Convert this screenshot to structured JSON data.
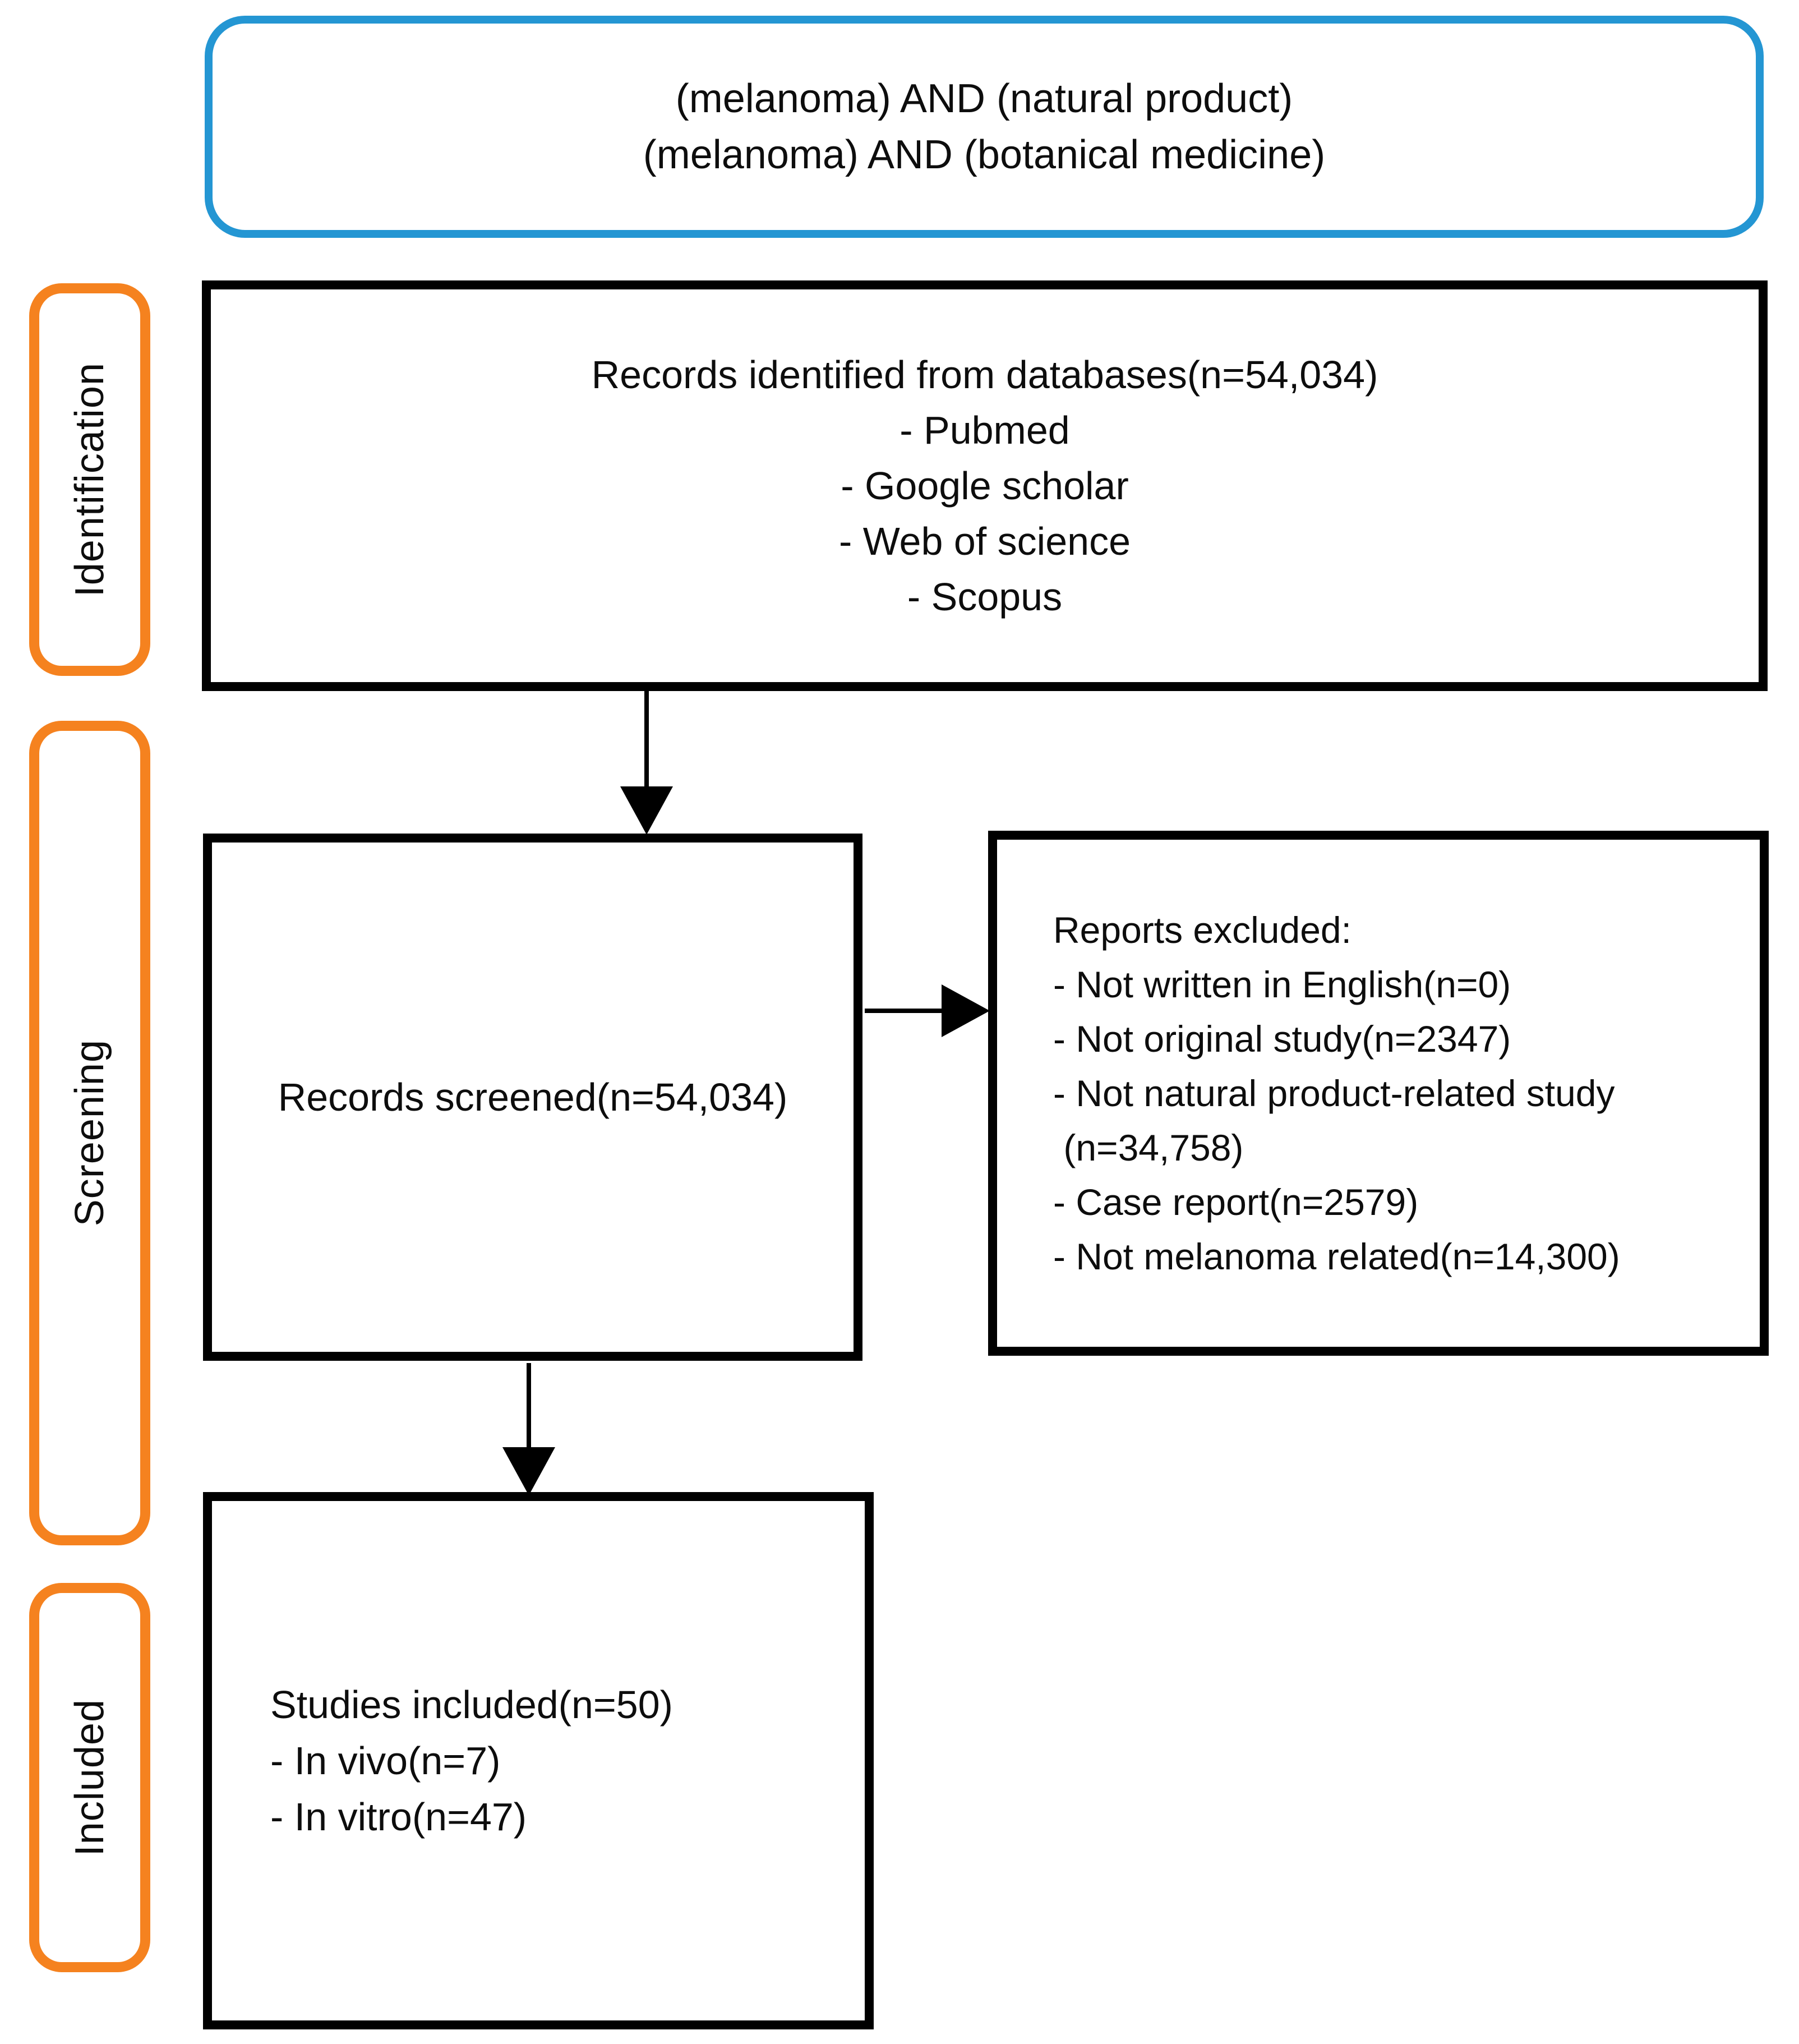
{
  "query": {
    "lines": [
      "(melanoma) AND (natural product)",
      "(melanoma) AND (botanical medicine)"
    ]
  },
  "stages": [
    {
      "label": "Identification"
    },
    {
      "label": "Screening"
    },
    {
      "label": "Included"
    }
  ],
  "boxes": {
    "identified": {
      "title": "Records identified from databases(n=54,034)",
      "items": [
        "- Pubmed",
        "- Google scholar",
        "- Web of science",
        "- Scopus"
      ]
    },
    "screened": {
      "title": "Records screened(n=54,034)"
    },
    "excluded": {
      "title": "Reports excluded:",
      "items": [
        "- Not written in English(n=0)",
        "- Not original study(n=2347)",
        "- Not natural product-related study",
        " (n=34,758)",
        "- Case report(n=2579)",
        "- Not melanoma related(n=14,300)"
      ]
    },
    "included": {
      "title": "Studies included(n=50)",
      "items": [
        "- In vivo(n=7)",
        "- In vitro(n=47)"
      ]
    }
  },
  "colors": {
    "accent_blue": "#2496D3",
    "accent_orange": "#F5821F",
    "line_black": "#000000"
  }
}
